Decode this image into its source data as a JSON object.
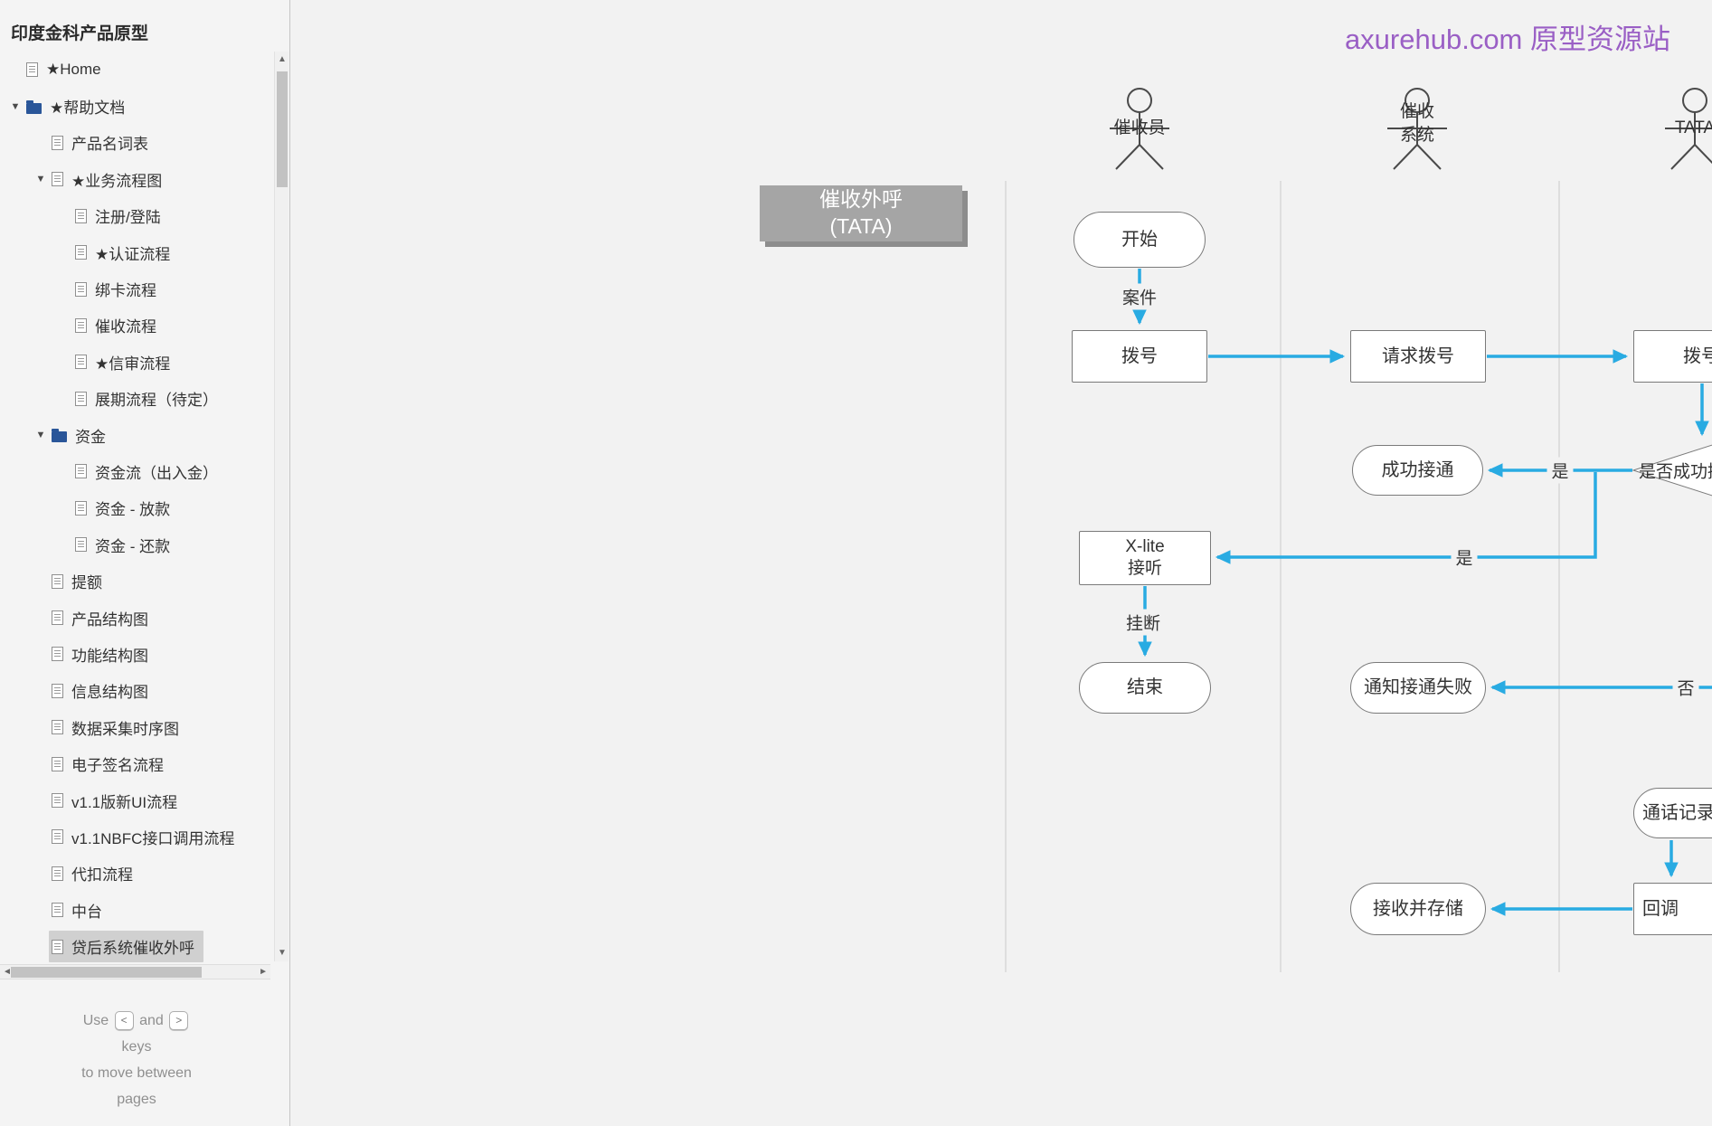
{
  "header": {
    "brand": "axurehub.com 原型资源站"
  },
  "sidebar": {
    "title": "印度金科产品原型",
    "items": [
      {
        "label": "★Home",
        "level": 0,
        "icon": "doc"
      },
      {
        "label": "★帮助文档",
        "level": 0,
        "icon": "folder",
        "expanded": true
      },
      {
        "label": "产品名词表",
        "level": 1,
        "icon": "doc"
      },
      {
        "label": "★业务流程图",
        "level": 1,
        "icon": "doc",
        "expanded": true
      },
      {
        "label": "注册/登陆",
        "level": 2,
        "icon": "doc"
      },
      {
        "label": "★认证流程",
        "level": 2,
        "icon": "doc"
      },
      {
        "label": "绑卡流程",
        "level": 2,
        "icon": "doc"
      },
      {
        "label": "催收流程",
        "level": 2,
        "icon": "doc"
      },
      {
        "label": "★信审流程",
        "level": 2,
        "icon": "doc"
      },
      {
        "label": "展期流程（待定）",
        "level": 2,
        "icon": "doc"
      },
      {
        "label": "资金",
        "level": 1,
        "icon": "folder",
        "expanded": true
      },
      {
        "label": "资金流（出入金）",
        "level": 2,
        "icon": "doc"
      },
      {
        "label": "资金 - 放款",
        "level": 2,
        "icon": "doc"
      },
      {
        "label": "资金 - 还款",
        "level": 2,
        "icon": "doc"
      },
      {
        "label": "提额",
        "level": 1,
        "icon": "doc"
      },
      {
        "label": "产品结构图",
        "level": 1,
        "icon": "doc"
      },
      {
        "label": "功能结构图",
        "level": 1,
        "icon": "doc"
      },
      {
        "label": "信息结构图",
        "level": 1,
        "icon": "doc"
      },
      {
        "label": "数据采集时序图",
        "level": 1,
        "icon": "doc"
      },
      {
        "label": "电子签名流程",
        "level": 1,
        "icon": "doc"
      },
      {
        "label": "v1.1版新UI流程",
        "level": 1,
        "icon": "doc"
      },
      {
        "label": "v1.1NBFC接口调用流程",
        "level": 1,
        "icon": "doc"
      },
      {
        "label": "代扣流程",
        "level": 1,
        "icon": "doc"
      },
      {
        "label": "中台",
        "level": 1,
        "icon": "doc"
      },
      {
        "label": "贷后系统催收外呼",
        "level": 1,
        "icon": "doc",
        "selected": true
      }
    ],
    "footer": {
      "use": "Use",
      "and": "and",
      "keys": "keys",
      "line2": "to move between",
      "line3": "pages",
      "key_left": "<",
      "key_right": ">"
    }
  },
  "diagram": {
    "title_line1": "催收外呼",
    "title_line2": "(TATA)",
    "actors": {
      "a1": "催收员",
      "a2_line1": "催收",
      "a2_line2": "系统",
      "a3": "TATA"
    },
    "nodes": {
      "start": "开始",
      "dial1": "拨号",
      "request_dial": "请求拨号",
      "dial2": "拨号",
      "connected": "成功接通",
      "decision": "是否成功接通",
      "xlite_line1": "X-lite",
      "xlite_line2": "接听",
      "end": "结束",
      "notify_fail": "通知接通失败",
      "call_record": "通话记录",
      "callback": "回调",
      "receive_store": "接收并存储"
    },
    "edge_labels": {
      "case": "案件",
      "yes1": "是",
      "yes2": "是",
      "hangup": "挂断",
      "no": "否"
    }
  },
  "colors": {
    "arrow": "#29abe2",
    "brand_purple": "#9a5fc5",
    "folder_blue": "#2a5699",
    "selected_bg": "#d0d0d0"
  }
}
